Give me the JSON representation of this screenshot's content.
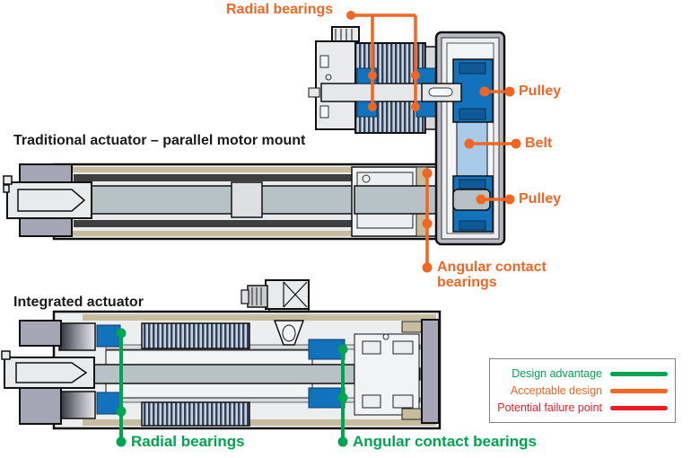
{
  "diagram": {
    "traditional": {
      "title": "Traditional actuator – parallel motor mount",
      "callouts": {
        "radial_bearings": "Radial bearings",
        "pulley_top": "Pulley",
        "belt": "Belt",
        "pulley_bottom": "Pulley",
        "angular_contact_bearings": "Angular contact bearings"
      }
    },
    "integrated": {
      "title": "Integrated actuator",
      "callouts": {
        "radial_bearings": "Radial bearings",
        "angular_contact_bearings": "Angular contact bearings"
      }
    },
    "legend": {
      "items": [
        {
          "label": "Design advantage",
          "color": "#00A551"
        },
        {
          "label": "Acceptable design",
          "color": "#F26522"
        },
        {
          "label": "Potential failure point",
          "color": "#EC1C24"
        }
      ]
    },
    "colors": {
      "callout_orange": "#F26522",
      "callout_green": "#00A551",
      "bearing_blue": "#1272BC",
      "belt_blue": "#A9CBEA",
      "tube_tan": "#C8BC9E",
      "end_cap_gray": "#A5A5B5",
      "rod_gray": "#B6C2C6"
    }
  }
}
